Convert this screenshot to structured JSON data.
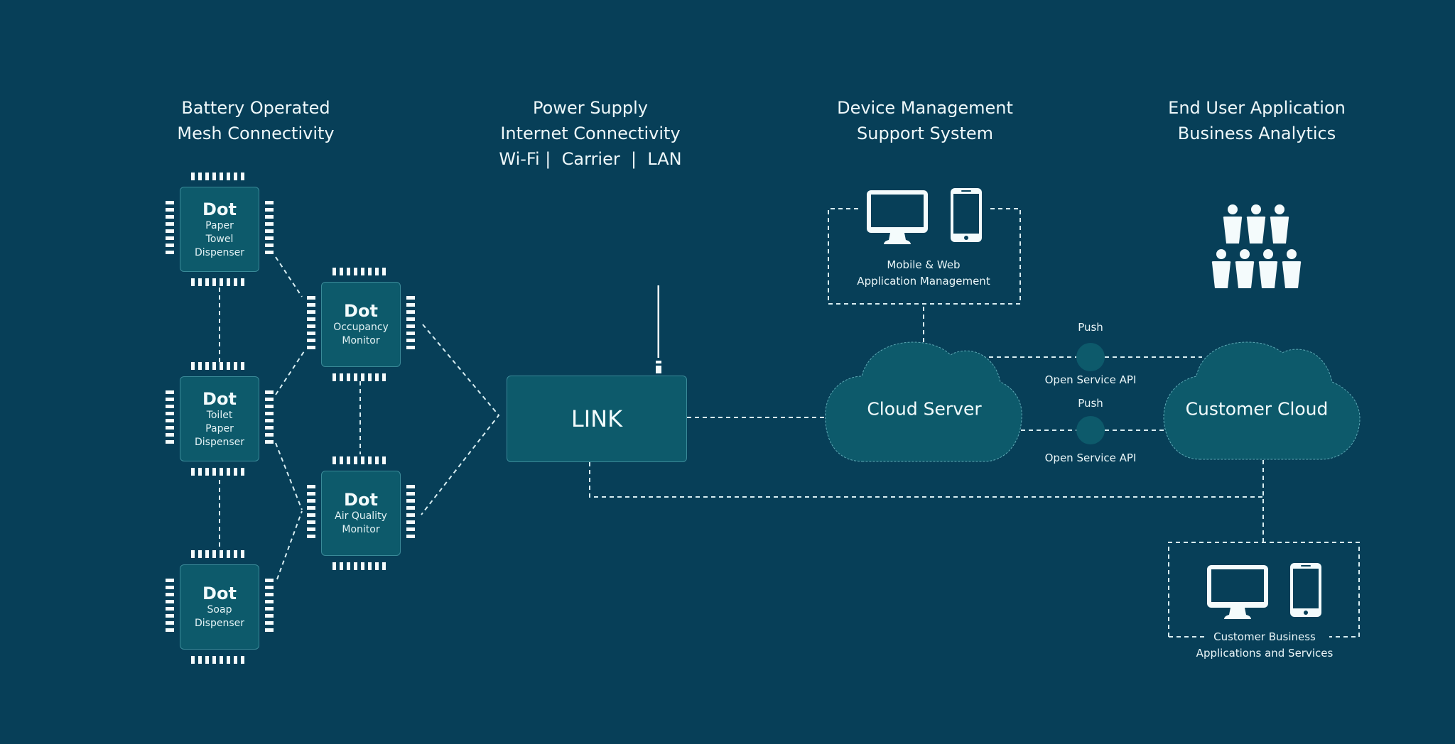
{
  "colors": {
    "background": "#073f58",
    "node_fill": "#0d5a6b",
    "node_border": "#3a8a98",
    "line": "#d8eef2",
    "text": "#eef8fa"
  },
  "headings": {
    "mesh": [
      "Battery Operated",
      "Mesh Connectivity"
    ],
    "gateway": [
      "Power Supply",
      "Internet Connectivity",
      "Wi-Fi |  Carrier  |  LAN"
    ],
    "device_mgmt": [
      "Device Management",
      "Support System"
    ],
    "end_user": [
      "End User Application",
      "Business Analytics"
    ]
  },
  "chips": [
    {
      "id": "paper-towel",
      "title": "Dot",
      "lines": [
        "Paper",
        "Towel",
        "Dispenser"
      ]
    },
    {
      "id": "toilet-paper",
      "title": "Dot",
      "lines": [
        "Toilet",
        "Paper",
        "Dispenser"
      ]
    },
    {
      "id": "soap",
      "title": "Dot",
      "lines": [
        "Soap",
        "Dispenser"
      ]
    },
    {
      "id": "occupancy",
      "title": "Dot",
      "lines": [
        "Occupancy",
        "Monitor"
      ]
    },
    {
      "id": "air-quality",
      "title": "Dot",
      "lines": [
        "Air Quality",
        "Monitor"
      ]
    }
  ],
  "gateway": {
    "label": "LINK",
    "icon": "antenna-icon"
  },
  "device_mgmt_box": {
    "lines": [
      "Mobile & Web",
      "Application Management"
    ],
    "icons": [
      "desktop-monitor-icon",
      "smartphone-icon"
    ]
  },
  "cloud_server": {
    "label": "Cloud Server",
    "icon": "cloud-icon"
  },
  "customer_cloud": {
    "label": "Customer Cloud",
    "icon": "cloud-icon"
  },
  "api_links": [
    {
      "top_label": "Push",
      "bottom_label": "Open Service API"
    },
    {
      "top_label": "Push",
      "bottom_label": "Open Service API"
    }
  ],
  "end_users": {
    "icon": "users-group-icon",
    "rows": [
      3,
      4
    ]
  },
  "customer_apps_box": {
    "lines": [
      "Customer Business",
      "Applications and Services"
    ],
    "icons": [
      "desktop-monitor-icon",
      "smartphone-icon"
    ]
  }
}
